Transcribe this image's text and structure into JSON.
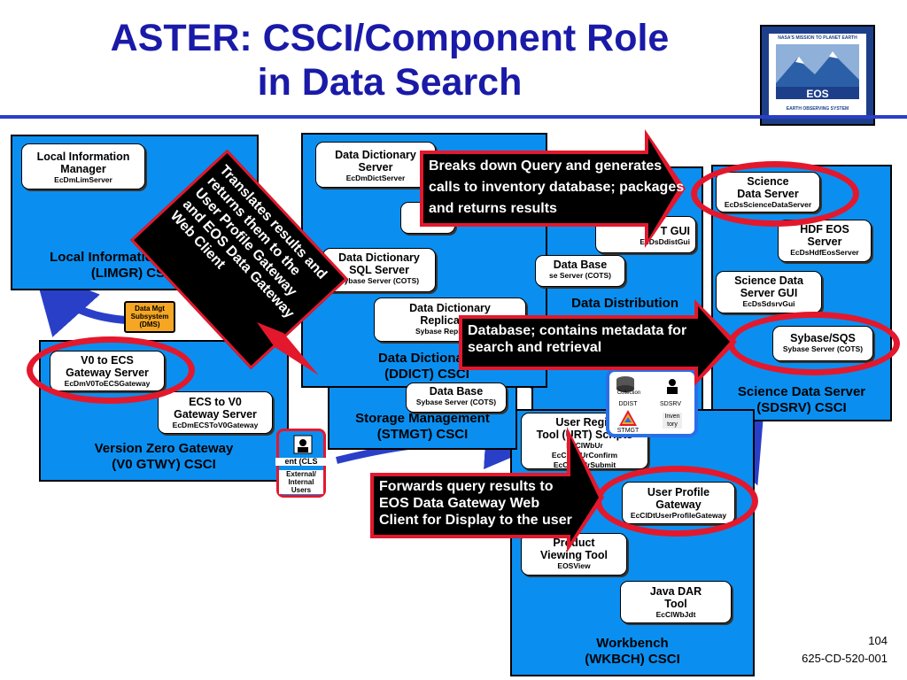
{
  "title": {
    "line1": "ASTER:  CSCI/Component Role",
    "line2": "in Data Search"
  },
  "logo": {
    "top": "NASA'S MISSION TO PLANET EARTH",
    "center": "EOS",
    "bottom": "EARTH OBSERVING SYSTEM"
  },
  "csci": {
    "limgr": {
      "label1": "Local Information Manager",
      "label2": "(LIMGR) CSCI"
    },
    "ddict": {
      "label1": "Data Dictionary",
      "label2": "(DDICT) CSCI"
    },
    "dd": {
      "label1": "Data Distribution"
    },
    "sdsrv": {
      "label1": "Science Data Server",
      "label2": "(SDSRV) CSCI"
    },
    "v0gtwy": {
      "label1": "Version Zero Gateway",
      "label2": "(V0 GTWY) CSCI"
    },
    "stmgt": {
      "label1": "Storage Management",
      "label2": "(STMGT) CSCI"
    },
    "wkbch": {
      "label1": "Workbench",
      "label2": "(WKBCH) CSCI"
    }
  },
  "components": {
    "lim": {
      "name1": "Local Information",
      "name2": "Manager",
      "code": "EcDmLimServer"
    },
    "dds": {
      "name1": "Data Dictionary",
      "name2": "Server",
      "code": "EcDmDictServer"
    },
    "mgr": {
      "name": "M"
    },
    "ddsql": {
      "name1": "Data Dictionary",
      "name2": "SQL Server",
      "code": "Sybase Server (COTS)"
    },
    "ddrep": {
      "name1": "Data Dictionary",
      "name2": "Replication",
      "code": "Sybase Replication"
    },
    "ddgui": {
      "name": "T GUI",
      "code": "EcDsDdistGui"
    },
    "dbase1": {
      "name": "Data Base",
      "code": "se Server (COTS)"
    },
    "dbase2": {
      "name": "Data Base",
      "code": "Sybase Server (COTS)"
    },
    "sci": {
      "name1": "Science",
      "name2": "Data Server",
      "code": "EcDsScienceDataServer"
    },
    "hdf": {
      "name1": "HDF EOS",
      "name2": "Server",
      "code": "EcDsHdfEosServer"
    },
    "sdgui": {
      "name1": "Science Data",
      "name2": "Server GUI",
      "code": "EcDsSdsrvGui"
    },
    "sqs": {
      "name": "Sybase/SQS",
      "code": "Sybase Server (COTS)"
    },
    "v0ecs": {
      "name1": "V0 to ECS",
      "name2": "Gateway Server",
      "code": "EcDmV0ToECSGateway"
    },
    "ecsv0": {
      "name1": "ECS to V0",
      "name2": "Gateway Server",
      "code": "EcDmECSToV0Gateway"
    },
    "urt": {
      "name1": "User Regis",
      "name2": "Tool (URT) Scripts",
      "code1": "EcClWbUr",
      "code2": "EcClWbUrConfirm",
      "code3": "EcClWbUrSubmit"
    },
    "upg": {
      "name1": "User Profile",
      "name2": "Gateway",
      "code": "EcClDtUserProfileGateway"
    },
    "eosview": {
      "name1": "Product",
      "name2": "Viewing Tool",
      "code": "EOSView"
    },
    "jdt": {
      "name1": "Java DAR",
      "name2": "Tool",
      "code": "EcClWbJdt"
    }
  },
  "dms": {
    "line1": "Data Mgt",
    "line2": "Subsystem",
    "line3": "(DMS)"
  },
  "client": {
    "label": "ent (CLS",
    "sub1": "External/",
    "sub2": "Internal",
    "sub3": "Users"
  },
  "mini": {
    "collection": "Collection",
    "ddist": "DDIST",
    "sdsrv": "SDSRV",
    "stmgt": "STMGT",
    "inventory": "Inven tory"
  },
  "callouts": {
    "breaks": "Breaks down Query and generates calls to inventory database; packages and returns results",
    "translates": "Translates results and returns them to the User Profile Gateway and EOS Data Gateway Web Client",
    "database": "Database; contains metadata for search and retrieval",
    "forwards": "Forwards query results to EOS Data Gateway Web Client for Display to the user"
  },
  "footer": {
    "page": "104",
    "doc": "625-CD-520-001"
  },
  "colors": {
    "csci_fill": "#0a8ff0",
    "title": "#1a1aa8",
    "callout_border": "#e3182d",
    "ring": "#e3182d",
    "arrow": "#2a3fc8"
  }
}
